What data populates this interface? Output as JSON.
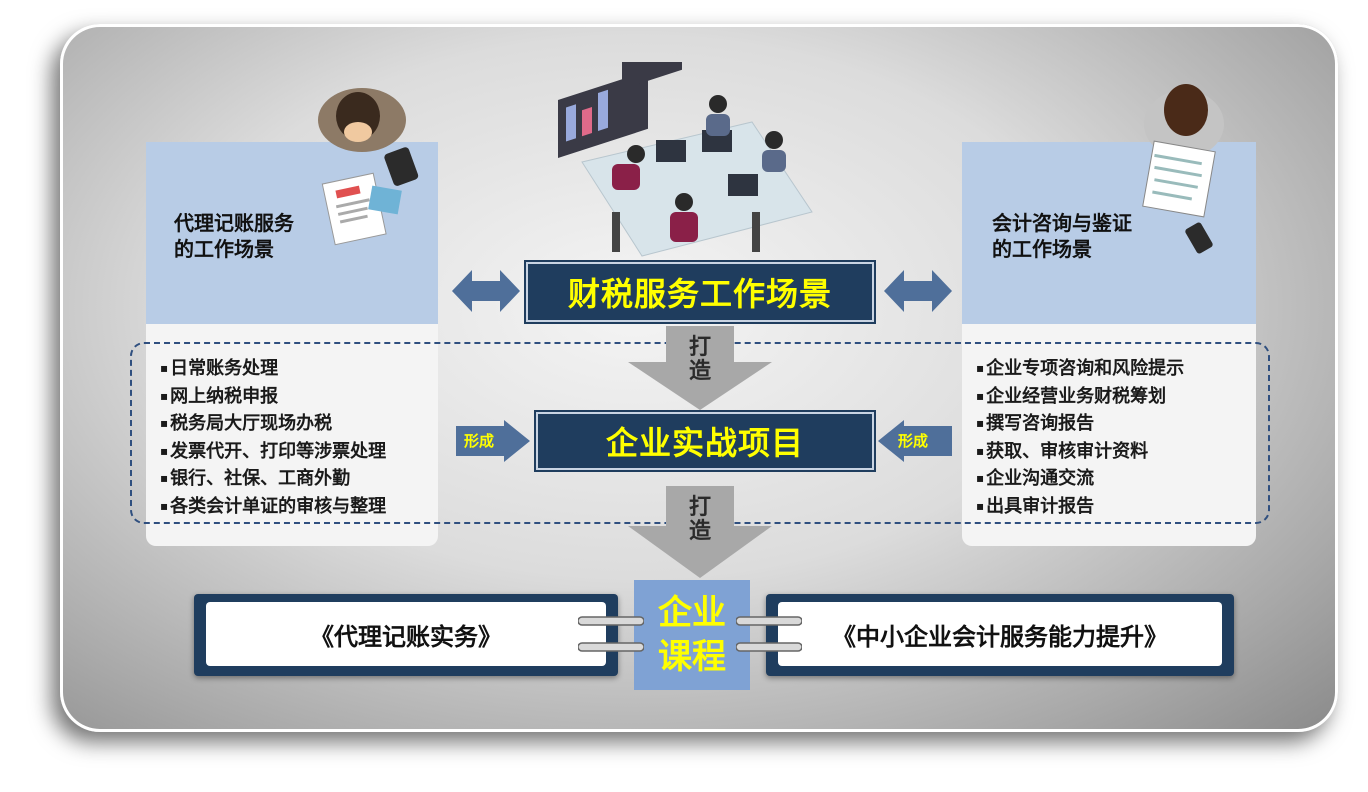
{
  "main_title": "财税服务工作场景",
  "project_title": "企业实战项目",
  "forge_label_1": "打\n造",
  "forge_label_2": "打\n造",
  "form_label_left": "形成",
  "form_label_right": "形成",
  "left_scene": {
    "title": "代理记账服务\n的工作场景",
    "items": [
      "日常账务处理",
      "网上纳税申报",
      "税务局大厅现场办税",
      "发票代开、打印等涉票处理",
      "银行、社保、工商外勤",
      "各类会计单证的审核与整理"
    ]
  },
  "right_scene": {
    "title": "会计咨询与鉴证\n的工作场景",
    "items": [
      "企业专项咨询和风险提示",
      "企业经营业务财税筹划",
      "撰写咨询报告",
      "获取、审核审计资料",
      "企业沟通交流",
      "出具审计报告"
    ]
  },
  "courses": {
    "center_line1": "企业",
    "center_line2": "课程",
    "left": "《代理记账实务》",
    "right": "《中小企业会计服务能力提升》"
  },
  "colors": {
    "navy": "#1f3d5e",
    "highlight_yellow": "#ffff00",
    "panel_blue": "#b8cce6",
    "course_blue": "#7fa2d4"
  }
}
